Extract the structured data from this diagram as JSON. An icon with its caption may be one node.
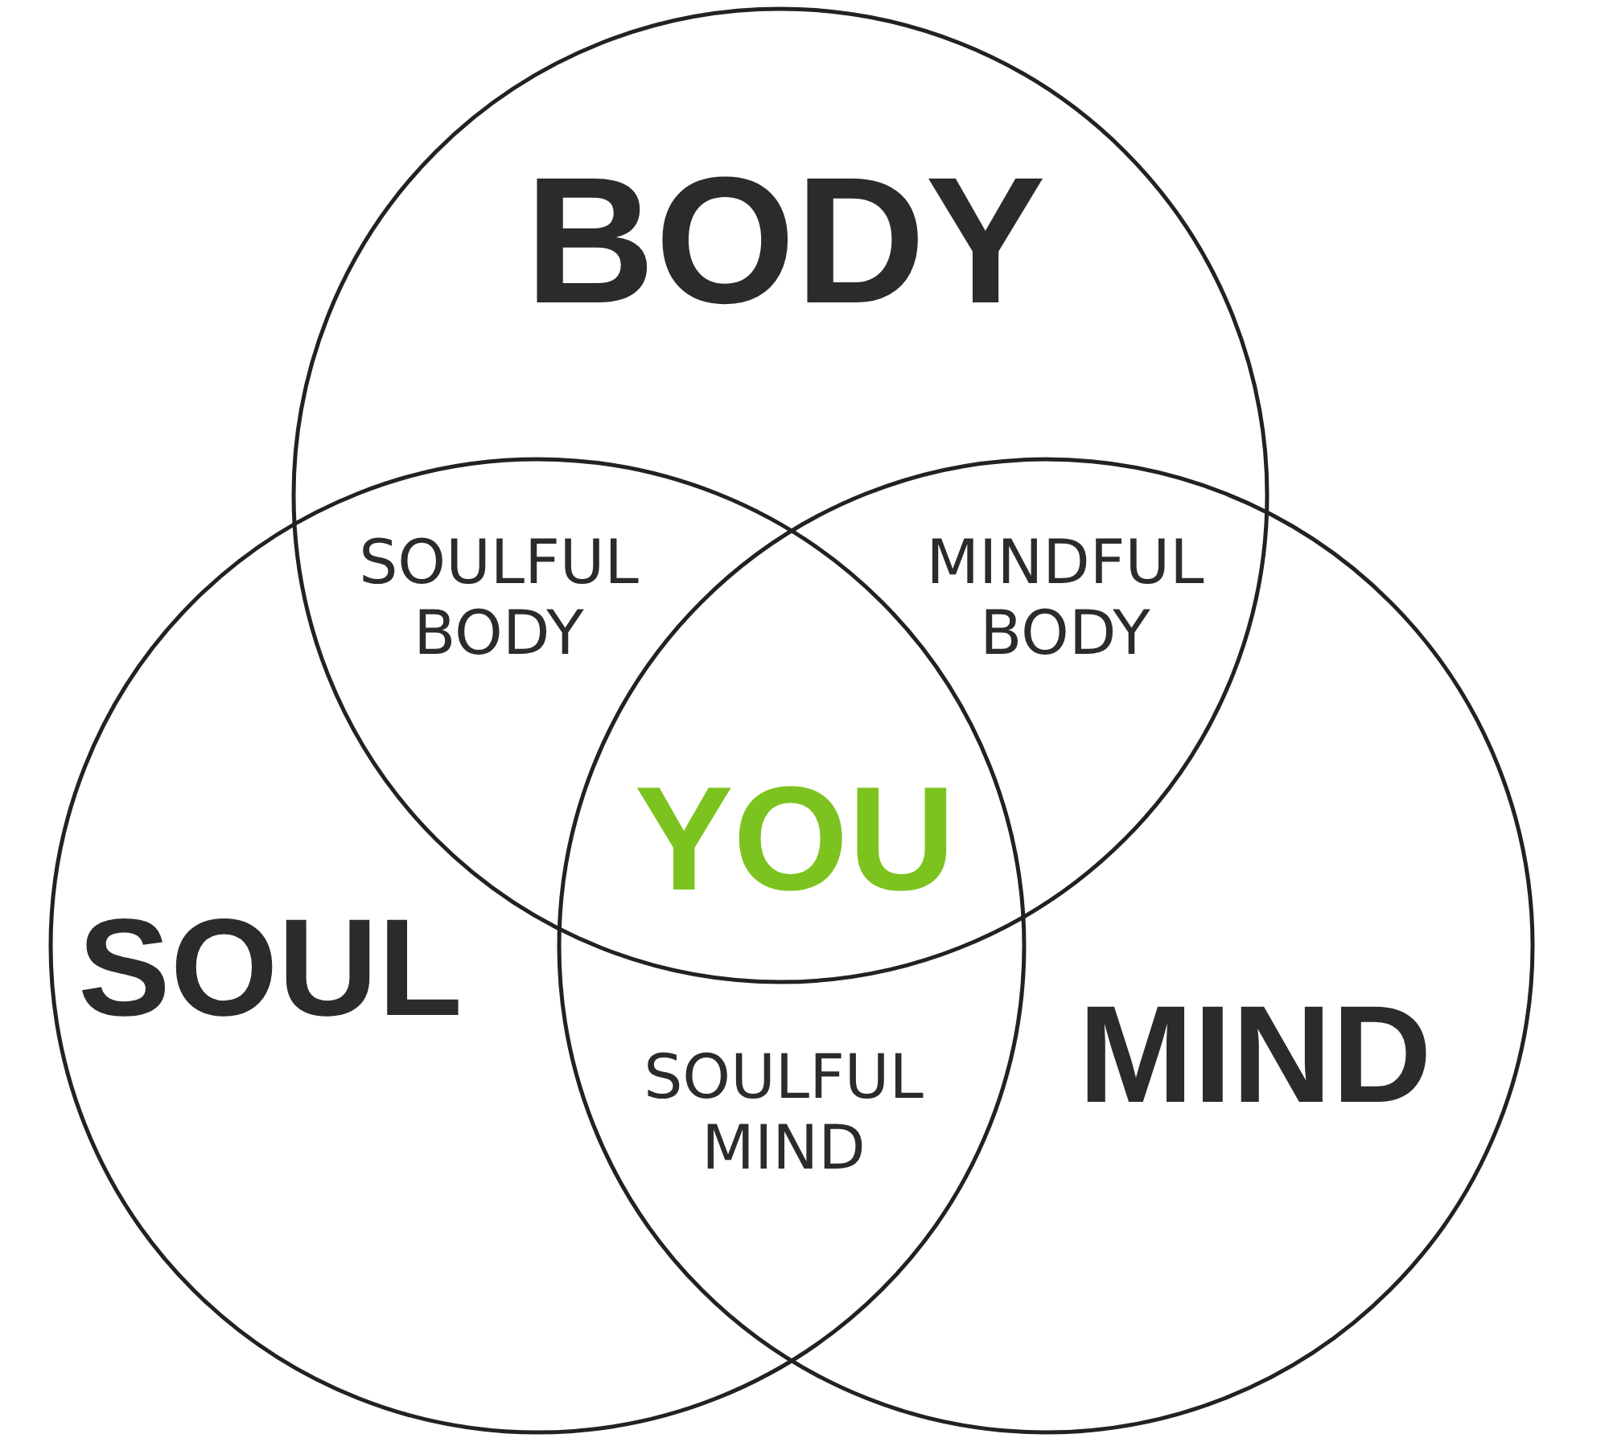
{
  "diagram": {
    "nodes": [
      {
        "text": [
          "BODY"
        ]
      },
      {
        "text": [
          "SOUL"
        ]
      },
      {
        "text": [
          "MIND"
        ]
      }
    ],
    "labels": [
      "SOULFUL BODY",
      "MINDFUL BODY",
      "YOU",
      "SOULFUL MIND"
    ]
  }
}
